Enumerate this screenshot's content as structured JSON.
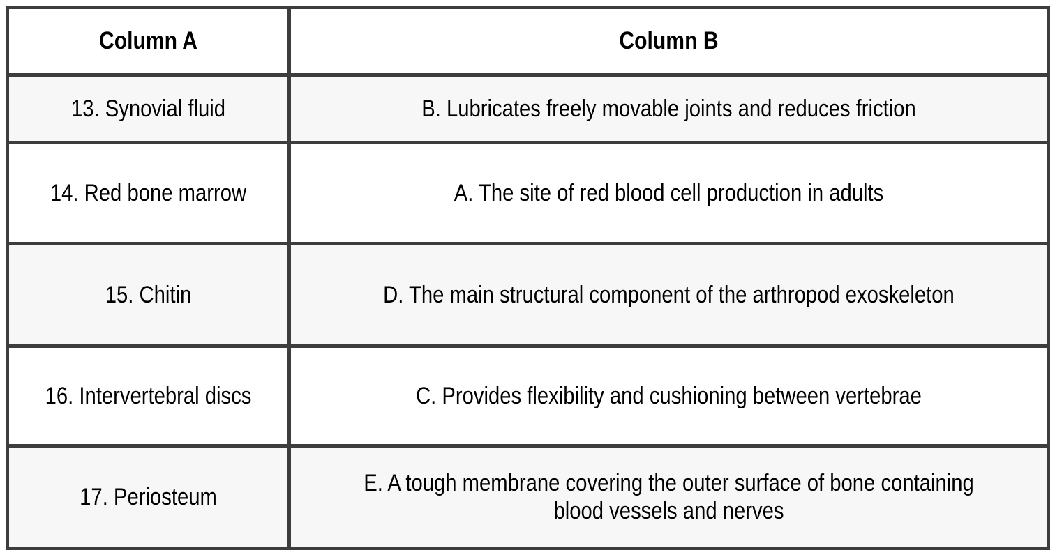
{
  "table": {
    "headers": [
      {
        "label": "Column A"
      },
      {
        "label": "Column B"
      }
    ],
    "rows": [
      {
        "term": "13. Synovial fluid",
        "definition": "B. Lubricates freely movable joints and reduces friction"
      },
      {
        "term": "14. Red bone marrow",
        "definition": "A. The site of red blood cell production in adults"
      },
      {
        "term": "15. Chitin",
        "definition": "D. The main structural component of the arthropod exoskeleton"
      },
      {
        "term": "16. Intervertebral discs",
        "definition": "C. Provides flexibility and cushioning between vertebrae"
      },
      {
        "term": "17. Periosteum",
        "definition": "E. A tough membrane covering the outer surface of bone containing blood vessels and nerves"
      }
    ]
  },
  "colors": {
    "border": "#3d3d3d",
    "row_shaded_background": "#f7f7f7",
    "row_plain_background": "#ffffff",
    "text": "#000000",
    "page_background": "#ffffff"
  }
}
